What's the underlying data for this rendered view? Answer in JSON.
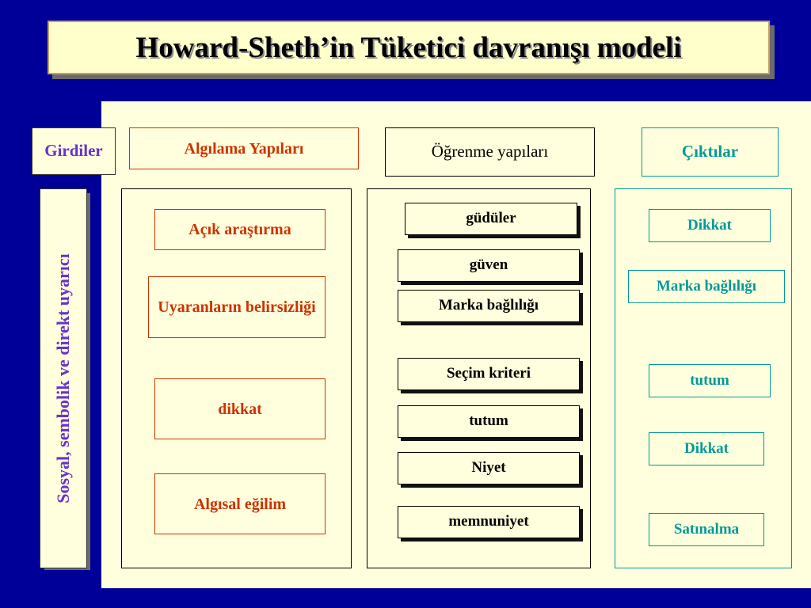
{
  "title": "Howard-Sheth’in Tüketici davranışı modeli",
  "side_label": "Sosyal, sembolik ve direkt uyarıcı",
  "headers": {
    "inputs": "Girdiler",
    "perception": "Algılama Yapıları",
    "learning": "Öğrenme yapıları",
    "outputs": "Çıktılar"
  },
  "perception_items": [
    "Açık araştırma",
    "Uyaranların belirsizliği",
    "dikkat",
    "Algısal eğilim"
  ],
  "learning_items": [
    "güdüler",
    "güven",
    "Marka bağlılığı",
    "Seçim kriteri",
    "tutum",
    "Niyet",
    "memnuniyet"
  ],
  "output_items": [
    "Dikkat",
    "Marka bağlılığı",
    "tutum",
    "Dikkat",
    "Satınalma"
  ],
  "colors": {
    "background": "#000099",
    "content": "#ffffdd",
    "perception": "#cc3300",
    "outputs": "#009999",
    "inputs": "#6633cc"
  }
}
